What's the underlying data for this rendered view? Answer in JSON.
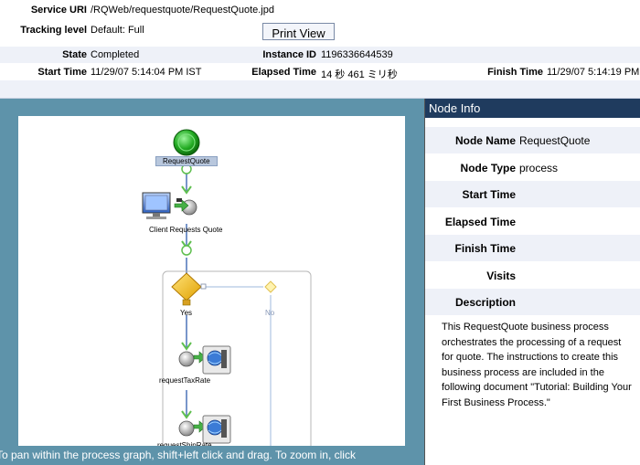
{
  "header": {
    "service_uri_label": "Service URI",
    "service_uri_value": "/RQWeb/requestquote/RequestQuote.jpd",
    "tracking_level_label": "Tracking level",
    "tracking_level_value": "Default: Full",
    "print_view_label": "Print View",
    "state_label": "State",
    "state_value": "Completed",
    "instance_id_label": "Instance ID",
    "instance_id_value": "1196336644539",
    "start_time_label": "Start Time",
    "start_time_value": "11/29/07 5:14:04 PM IST",
    "elapsed_time_label": "Elapsed Time",
    "elapsed_time_value": "14 秒 461 ミリ秒",
    "finish_time_label": "Finish Time",
    "finish_time_value": "11/29/07 5:14:19 PM"
  },
  "graph": {
    "nodes": {
      "start_label": "RequestQuote",
      "client_label": "Client Requests Quote",
      "yes_label": "Yes",
      "no_label": "No",
      "tax_label": "requestTaxRate",
      "shipping_label": "requestShipRate"
    },
    "hint": "To pan within the process graph, shift+left click and drag. To zoom in, click"
  },
  "node_info": {
    "title": "Node Info",
    "node_name_label": "Node Name",
    "node_name_value": "RequestQuote",
    "node_type_label": "Node Type",
    "node_type_value": "process",
    "start_time_label": "Start Time",
    "start_time_value": "",
    "elapsed_time_label": "Elapsed Time",
    "elapsed_time_value": "",
    "finish_time_label": "Finish Time",
    "finish_time_value": "",
    "visits_label": "Visits",
    "visits_value": "",
    "description_label": "Description",
    "description_text": "This RequestQuote business process orchestrates the processing of a request for quote. The instructions to create this business process are included in the following document \"Tutorial: Building Your First Business Process.\""
  },
  "colors": {
    "frame_blue": "#5e93aa",
    "info_title_bg": "#1f3b5e",
    "band": "#eef1f8",
    "start_green": "#22aa22",
    "decision_yellow": "#f0c020"
  }
}
